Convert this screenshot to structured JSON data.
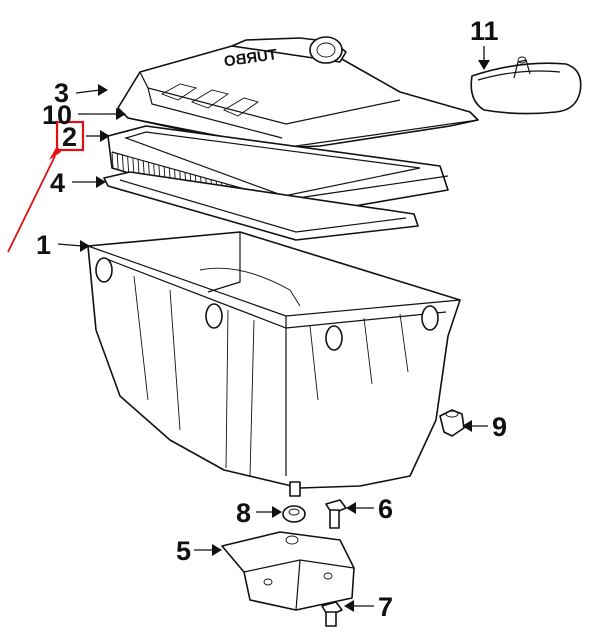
{
  "diagram": {
    "emboss_text": "TURBO",
    "callouts": [
      {
        "id": "1",
        "label": "1"
      },
      {
        "id": "2",
        "label": "2"
      },
      {
        "id": "3",
        "label": "3"
      },
      {
        "id": "4",
        "label": "4"
      },
      {
        "id": "5",
        "label": "5"
      },
      {
        "id": "6",
        "label": "6"
      },
      {
        "id": "7",
        "label": "7"
      },
      {
        "id": "8",
        "label": "8"
      },
      {
        "id": "9",
        "label": "9"
      },
      {
        "id": "10",
        "label": "10"
      },
      {
        "id": "11",
        "label": "11"
      }
    ],
    "highlighted_callout": "2",
    "colors": {
      "highlight": "#e01010",
      "ink": "#111111"
    }
  }
}
